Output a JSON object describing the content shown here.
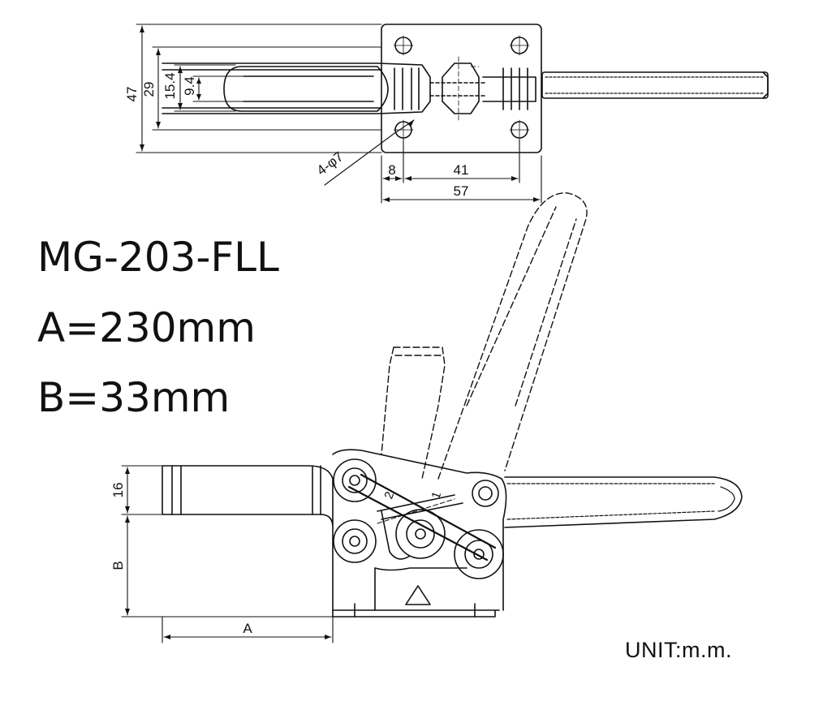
{
  "specs": {
    "model": "MG-203-FLL",
    "a_value": "A=230mm",
    "b_value": "B=33mm"
  },
  "unit_note": "UNIT:m.m.",
  "top_view": {
    "dim_47": "47",
    "dim_29": "29",
    "dim_15_4": "15.4",
    "dim_9_4": "9.4",
    "hole_callout": "4-φ7",
    "dim_8": "8",
    "dim_41": "41",
    "dim_57": "57"
  },
  "side_view": {
    "dim_16": "16",
    "label_b": "B",
    "label_a": "A",
    "mark_1": "1",
    "mark_2": "2"
  }
}
